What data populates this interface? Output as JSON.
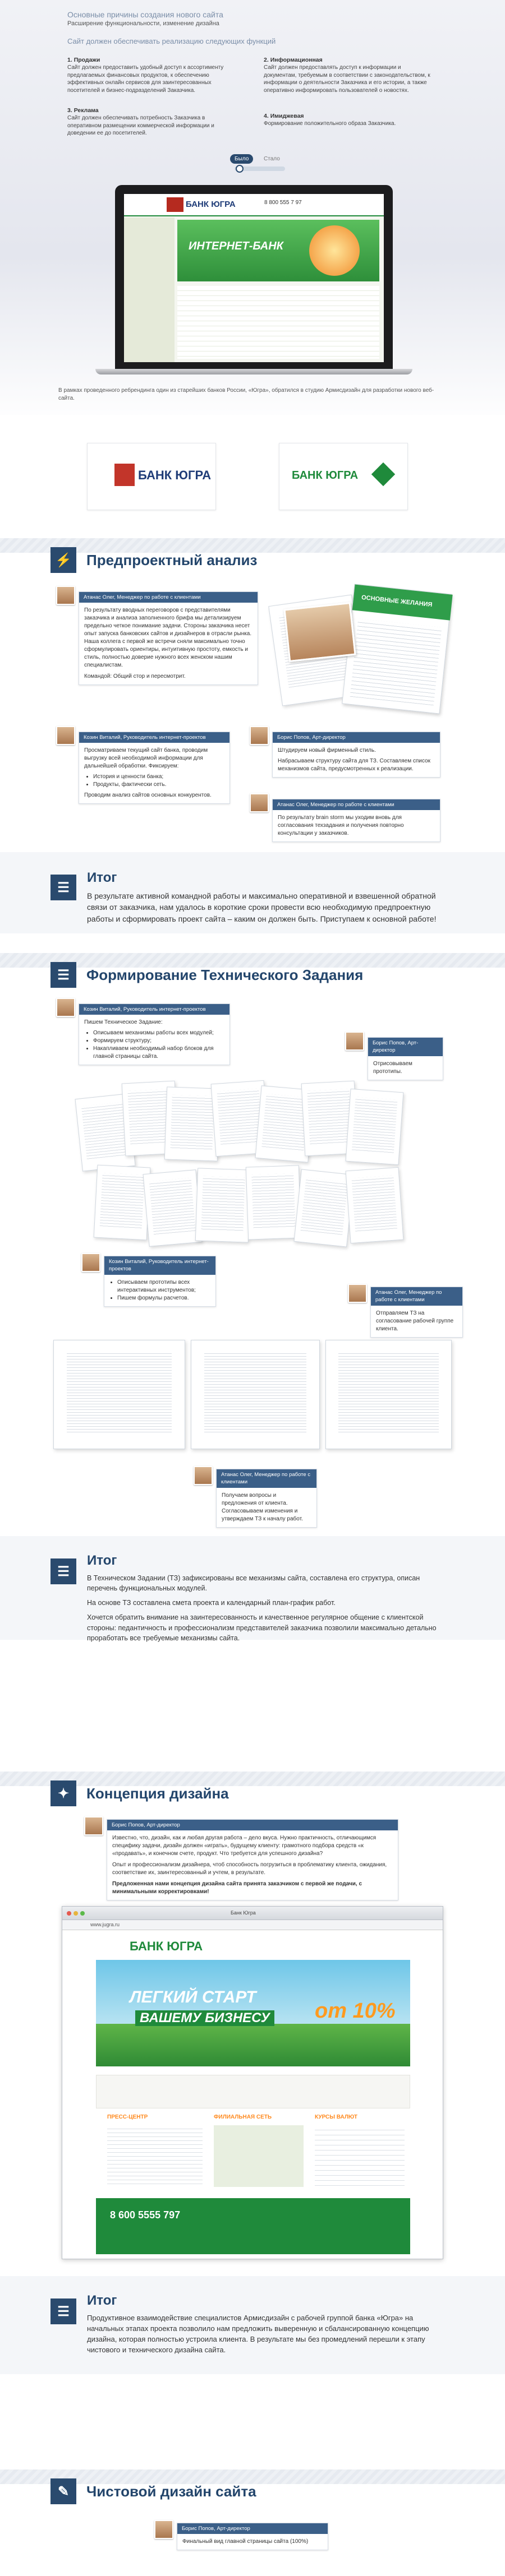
{
  "hero": {
    "title": "Основные причины создания нового сайта",
    "subtitle": "Расширение функциональности, изменение дизайна",
    "tasks_heading": "Сайт должен обеспечивать реализацию следующих функций",
    "tasks": [
      {
        "n": "1.",
        "title": "Продажи",
        "text": "Сайт должен предоставить удобный доступ к ассортименту предлагаемых финансовых продуктов, к обеспечению эффективных онлайн сервисов для заинтересованных посетителей и бизнес-подразделений Заказчика."
      },
      {
        "n": "2.",
        "title": "Информационная",
        "text": "Сайт должен предоставлять доступ к информации и документам, требуемым в соответствии с законодательством, к информации о деятельности Заказчика и его истории, а также оперативно информировать пользователей о новостях."
      },
      {
        "n": "3.",
        "title": "Реклама",
        "text": "Сайт должен обеспечивать потребность Заказчика в оперативном размещении коммерческой информации и доведении ее до посетителей."
      },
      {
        "n": "4.",
        "title": "Имиджевая",
        "text": "Формирование положительного образа Заказчика."
      }
    ],
    "toggle": {
      "left": "Было",
      "right": "Стало"
    },
    "caption": "В рамках проведенного ребрендинга один из старейших банков России, «Югра», обратился в студию Армисдизайн для разработки нового веб-сайта.",
    "old_logo_text": "БАНК ЮГРА",
    "new_logo_text": "БАНК ЮГРА"
  },
  "laptop": {
    "banner": "ИНТЕРНЕТ-БАНК",
    "phone": "8 800 555 7 97"
  },
  "sections": {
    "analysis": {
      "title": "Предпроектный анализ",
      "bubble1": {
        "head": "Атанас Олег, Менеджер по работе с клиентами",
        "text": "По результату вводных переговоров с представителями заказчика и анализа заполненного брифа мы детализируем предельно четкое понимание задачи. Стороны заказчика несет опыт запуска банковских сайтов и дизайнеров в отрасли рынка. Наша коллега с первой же встречи сняли максимально точно сформулировать ориентиры, интуитивную простоту, емкость и стиль, полностью доверие нужного всех женском нашим специалистам.",
        "footer": "Командой: Общий стор и пересмотрит."
      },
      "bubble2": {
        "head": "Козин Виталий, Руководитель интернет-проектов",
        "text": "Просматриваем текущий сайт банка, проводим выгрузку всей необходимой информации для дальнейшей обработки. Фиксируем:",
        "list": [
          "История и ценности банка;",
          "Продукты, фактически сеть."
        ],
        "footer": "Проводим анализ сайтов основных конкурентов."
      },
      "bubble3": {
        "head": "Борис Попов, Арт-директор",
        "text1": "Штудируем новый фирменный стиль.",
        "text2": "Набрасываем структуру сайта для ТЗ. Составляем список механизмов сайта, предусмотренных к реализации."
      },
      "bubble4": {
        "head": "Атанас Олег, Менеджер по работе с клиентами",
        "text": "По результату brain storm мы уходим вновь для согласования техзадания и получения повторно консультации у заказчиков."
      },
      "brochure": {
        "title": "ОСНОВНЫЕ ЖЕЛАНИЯ"
      }
    },
    "itog1": {
      "title": "Итог",
      "text": "В результате активной командной работы и максимально оперативной и взвешенной обратной связи от заказчика, нам удалось в короткие сроки провести всю необходимую предпроектную работы и сформировать проект сайта – каким он должен быть. Приступаем к основной работе!"
    },
    "tz": {
      "title": "Формирование Технического Задания",
      "bubble1": {
        "head": "Козин Виталий, Руководитель интернет-проектов",
        "text": "Пишем Техническое Задание:",
        "list": [
          "Описываем механизмы работы всех модулей;",
          "Формируем структуру;",
          "Накапливаем необходимый набор блоков для главной страницы сайта."
        ]
      },
      "bubble2": {
        "head": "Борис Попов, Арт-директор",
        "text": "Отрисовываем прототипы."
      },
      "bubble3": {
        "head": "Козин Виталий, Руководитель интернет-проектов",
        "list": [
          "Описываем прототипы всех интерактивных инструментов;",
          "Пишем формулы расчетов."
        ]
      },
      "bubble4": {
        "head": "Атанас Олег, Менеджер по работе с клиентами",
        "text": "Отправляем ТЗ на согласование рабочей группе клиента."
      },
      "bubble5": {
        "head": "Атанас Олег, Менеджер по работе с клиентами",
        "text": "Получаем вопросы и предложения от клиента. Согласовываем изменения и утверждаем ТЗ к началу работ."
      }
    },
    "itog2": {
      "title": "Итог",
      "p1": "В Техническом Задании (ТЗ) зафиксированы все механизмы сайта, составлена его структура, описан перечень функциональных модулей.",
      "p2": "На основе ТЗ составлена смета проекта и календарный план-график работ.",
      "p3": "Хочется обратить внимание на заинтересованность и качественное регулярное общение с клиентской стороны: педантичность и профессионализм представителей заказчика позволили максимально детально проработать все требуемые механизмы сайта."
    },
    "concept": {
      "title": "Концепция дизайна",
      "bubble": {
        "head": "Борис Попов, Арт-директор",
        "p1": "Известно, что, дизайн, как и любая другая работа – дело вкуса. Нужно практичность, отличающимся специфику задачи, дизайн должен «играть», будущему клиенту: грамотного подбора средств «к «продавать», и конечном счете, продукт. Что требуется для успешного дизайна?",
        "p2": "Опыт и профессионализм дизайнера, чтоб способность погрузиться в проблематику клиента, ожидания, соответствие их, заинтересованный и учтем, в результате.",
        "p3": "Предложенная нами концепция дизайна сайта принята заказчиком с первой же подачи, с минимальными корректировками!"
      }
    },
    "browser": {
      "url": "www.jugra.ru",
      "tab_title": "Банк Югра",
      "phone": "8 600 5555 797",
      "hero_line1": "ЛЕГКИЙ СТАРТ",
      "hero_line2": "ВАШЕМУ БИЗНЕСУ",
      "hero_badge": "от 10%",
      "col1": "ПРЕСС-ЦЕНТР",
      "col2": "ФИЛИАЛЬНАЯ СЕТЬ",
      "col3": "КУРСЫ ВАЛЮТ"
    },
    "itog3": {
      "title": "Итог",
      "text": "Продуктивное взаимодействие специалистов Армисдизайн с рабочей группой банка «Югра» на начальных этапах проекта позволило нам предложить выверенную и сбалансированную концепцию дизайна, которая полностью устроила клиента. В результате мы без промедлений перешли к этапу чистового и технического дизайна сайта."
    },
    "final": {
      "title": "Чистовой дизайн сайта",
      "bubble": {
        "head": "Борис Попов, Арт-директор",
        "text": "Финальный вид главной страницы сайта (100%)"
      }
    }
  },
  "colors": {
    "accent": "#2a4a6e",
    "bank_green": "#1f8a3b",
    "title_blue": "#24466c"
  }
}
